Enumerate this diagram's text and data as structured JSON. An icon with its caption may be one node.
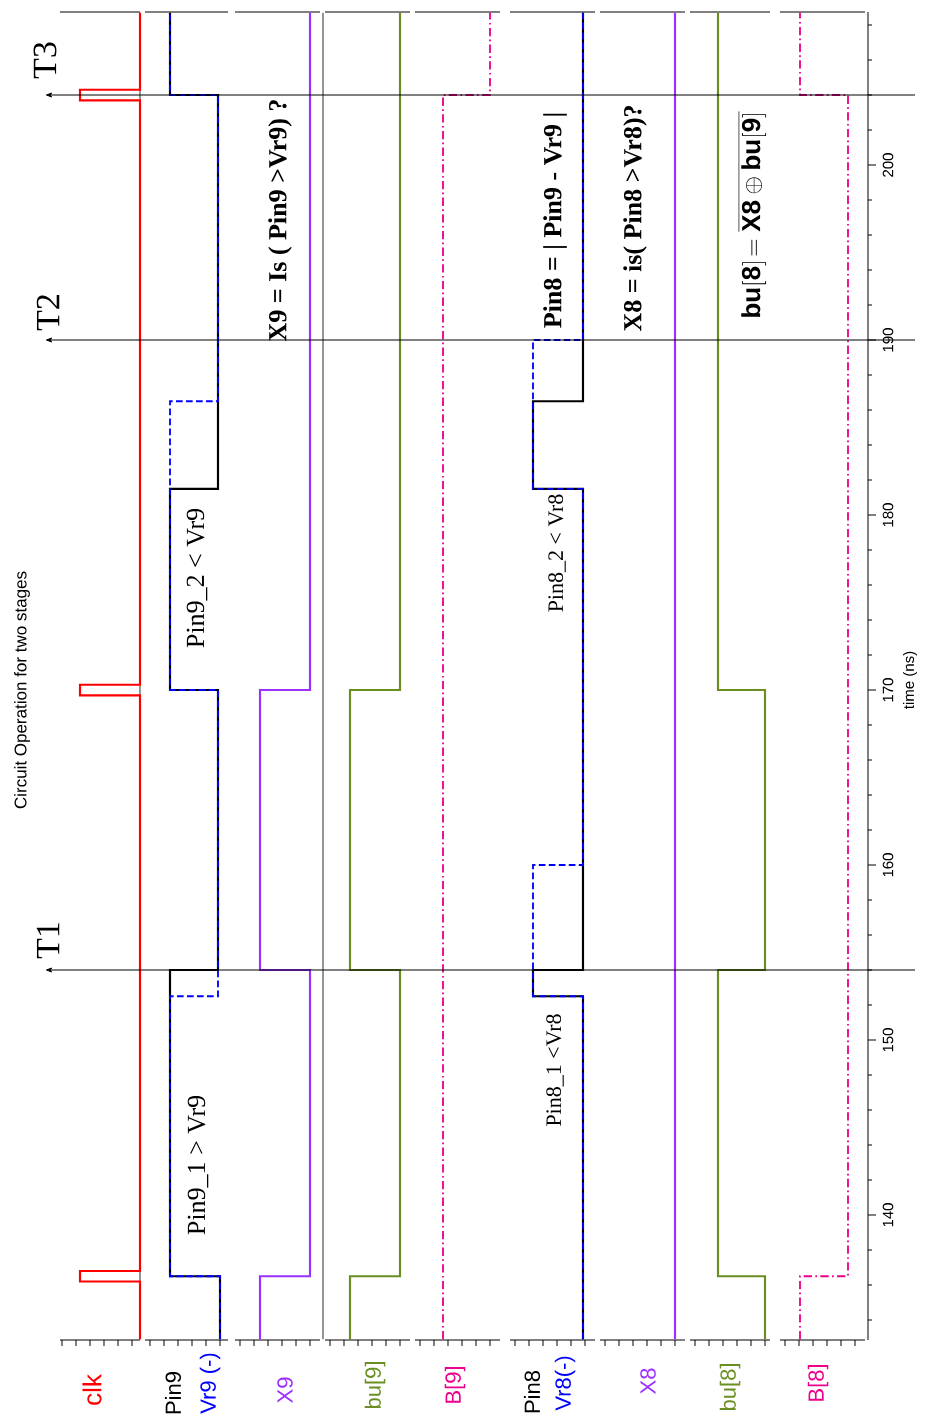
{
  "diagram": {
    "title": "Circuit Operation for two stages",
    "labels": [
      "clk",
      "Pin9",
      "Vr9 (-)",
      "X9",
      "bu[9]",
      "B[9]",
      "Pin8",
      "Vr8(-)",
      "X8",
      "bu[8]",
      "B[8]",
      "140",
      "150",
      "160",
      "170",
      "180",
      "190",
      "200",
      "time (ns)",
      "T1",
      "T2",
      "T3",
      "Pin9_1 > Vr9",
      "Pin9_2 < Vr9",
      "Pin8_1 <Vr8",
      "Pin8_2 < Vr8",
      "X9 = Is ( Pin9 >Vr9) ?",
      "Pin8 = | Pin9 - Vr9 |",
      "X8 = is( Pin8 >Vr8)?",
      "\\mathbf{bu[8]\\!=\\overline{X8\\oplus bu[9]}}"
    ]
  }
}
